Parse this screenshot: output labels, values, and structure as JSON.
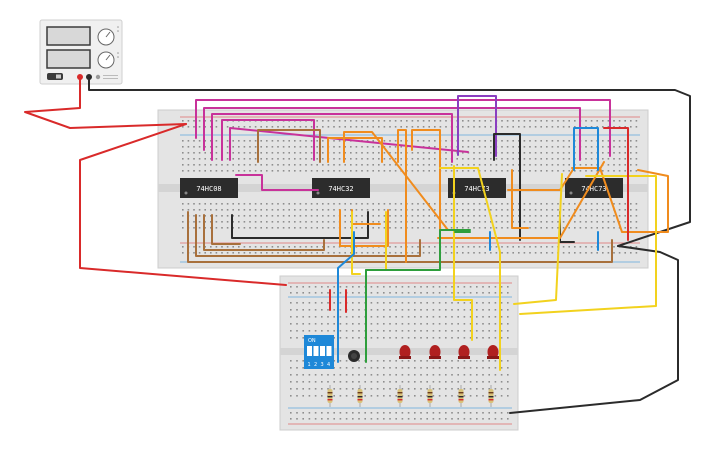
{
  "chips": [
    {
      "id": "u1",
      "label": "74HC08"
    },
    {
      "id": "u2",
      "label": "74HC32"
    },
    {
      "id": "u3",
      "label": "74HC73"
    },
    {
      "id": "u4",
      "label": "74HC73"
    }
  ],
  "dip_switch": {
    "header": "ON",
    "positions": [
      "1",
      "2",
      "3",
      "4"
    ]
  },
  "colors": {
    "red": "#d92a2a",
    "magenta": "#c8329a",
    "orange": "#f08c1e",
    "brown": "#a8703c",
    "black": "#2b2b2b",
    "yellow": "#f2d21e",
    "blue": "#1e88d8",
    "green": "#2e9e3c",
    "purple": "#8a3ec0",
    "board": "#e6e6e6",
    "chip": "#2c2c2c",
    "led": "#b02020"
  }
}
